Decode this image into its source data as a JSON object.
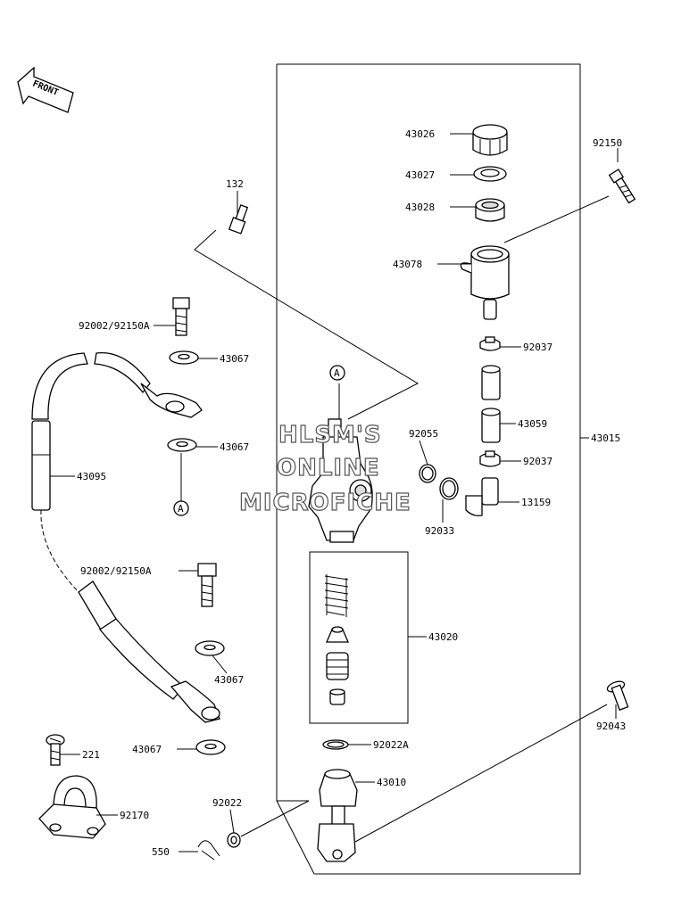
{
  "front_label": "FRONT",
  "ref_marker": "A",
  "watermark": [
    "HLSM'S",
    "ONLINE",
    "MICROFICHE"
  ],
  "parts": {
    "p43026": "43026",
    "p43027": "43027",
    "p43028": "43028",
    "p43078": "43078",
    "p92150": "92150",
    "p132": "132",
    "p92002a": "92002/92150A",
    "p43067a": "43067",
    "p43067b": "43067",
    "p43095": "43095",
    "p92037a": "92037",
    "p43059": "43059",
    "p43015": "43015",
    "p92055": "92055",
    "p92037b": "92037",
    "p13159": "13159",
    "p92033": "92033",
    "p92002b": "92002/92150A",
    "p43020": "43020",
    "p43067c": "43067",
    "p43067d": "43067",
    "p221": "221",
    "p92022a": "92022A",
    "p43010": "43010",
    "p92043": "92043",
    "p92170": "92170",
    "p92022": "92022",
    "p550": "550"
  }
}
